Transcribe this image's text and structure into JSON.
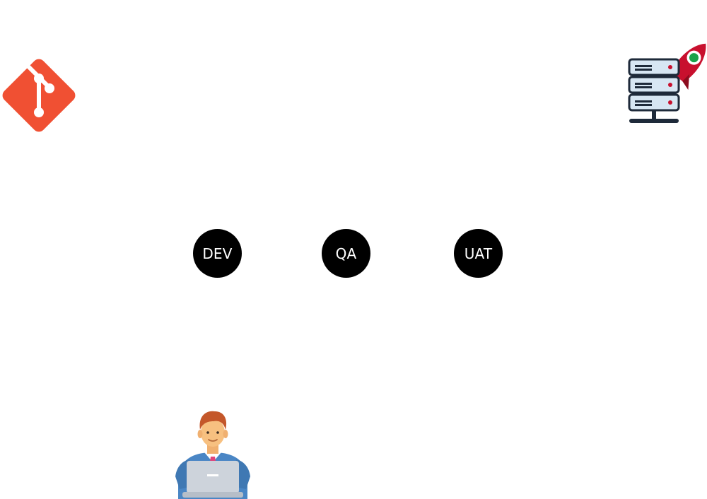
{
  "stages": [
    {
      "label": "DEV"
    },
    {
      "label": "QA"
    },
    {
      "label": "UAT"
    }
  ],
  "icons": {
    "source": "git-logo-icon",
    "deploy": "server-rocket-icon",
    "developer": "developer-laptop-icon"
  },
  "colors": {
    "git": "#f05033",
    "stage_fill": "#000000",
    "stage_text": "#ffffff",
    "rocket": "#c8102e",
    "server": "#d7e6f3"
  }
}
